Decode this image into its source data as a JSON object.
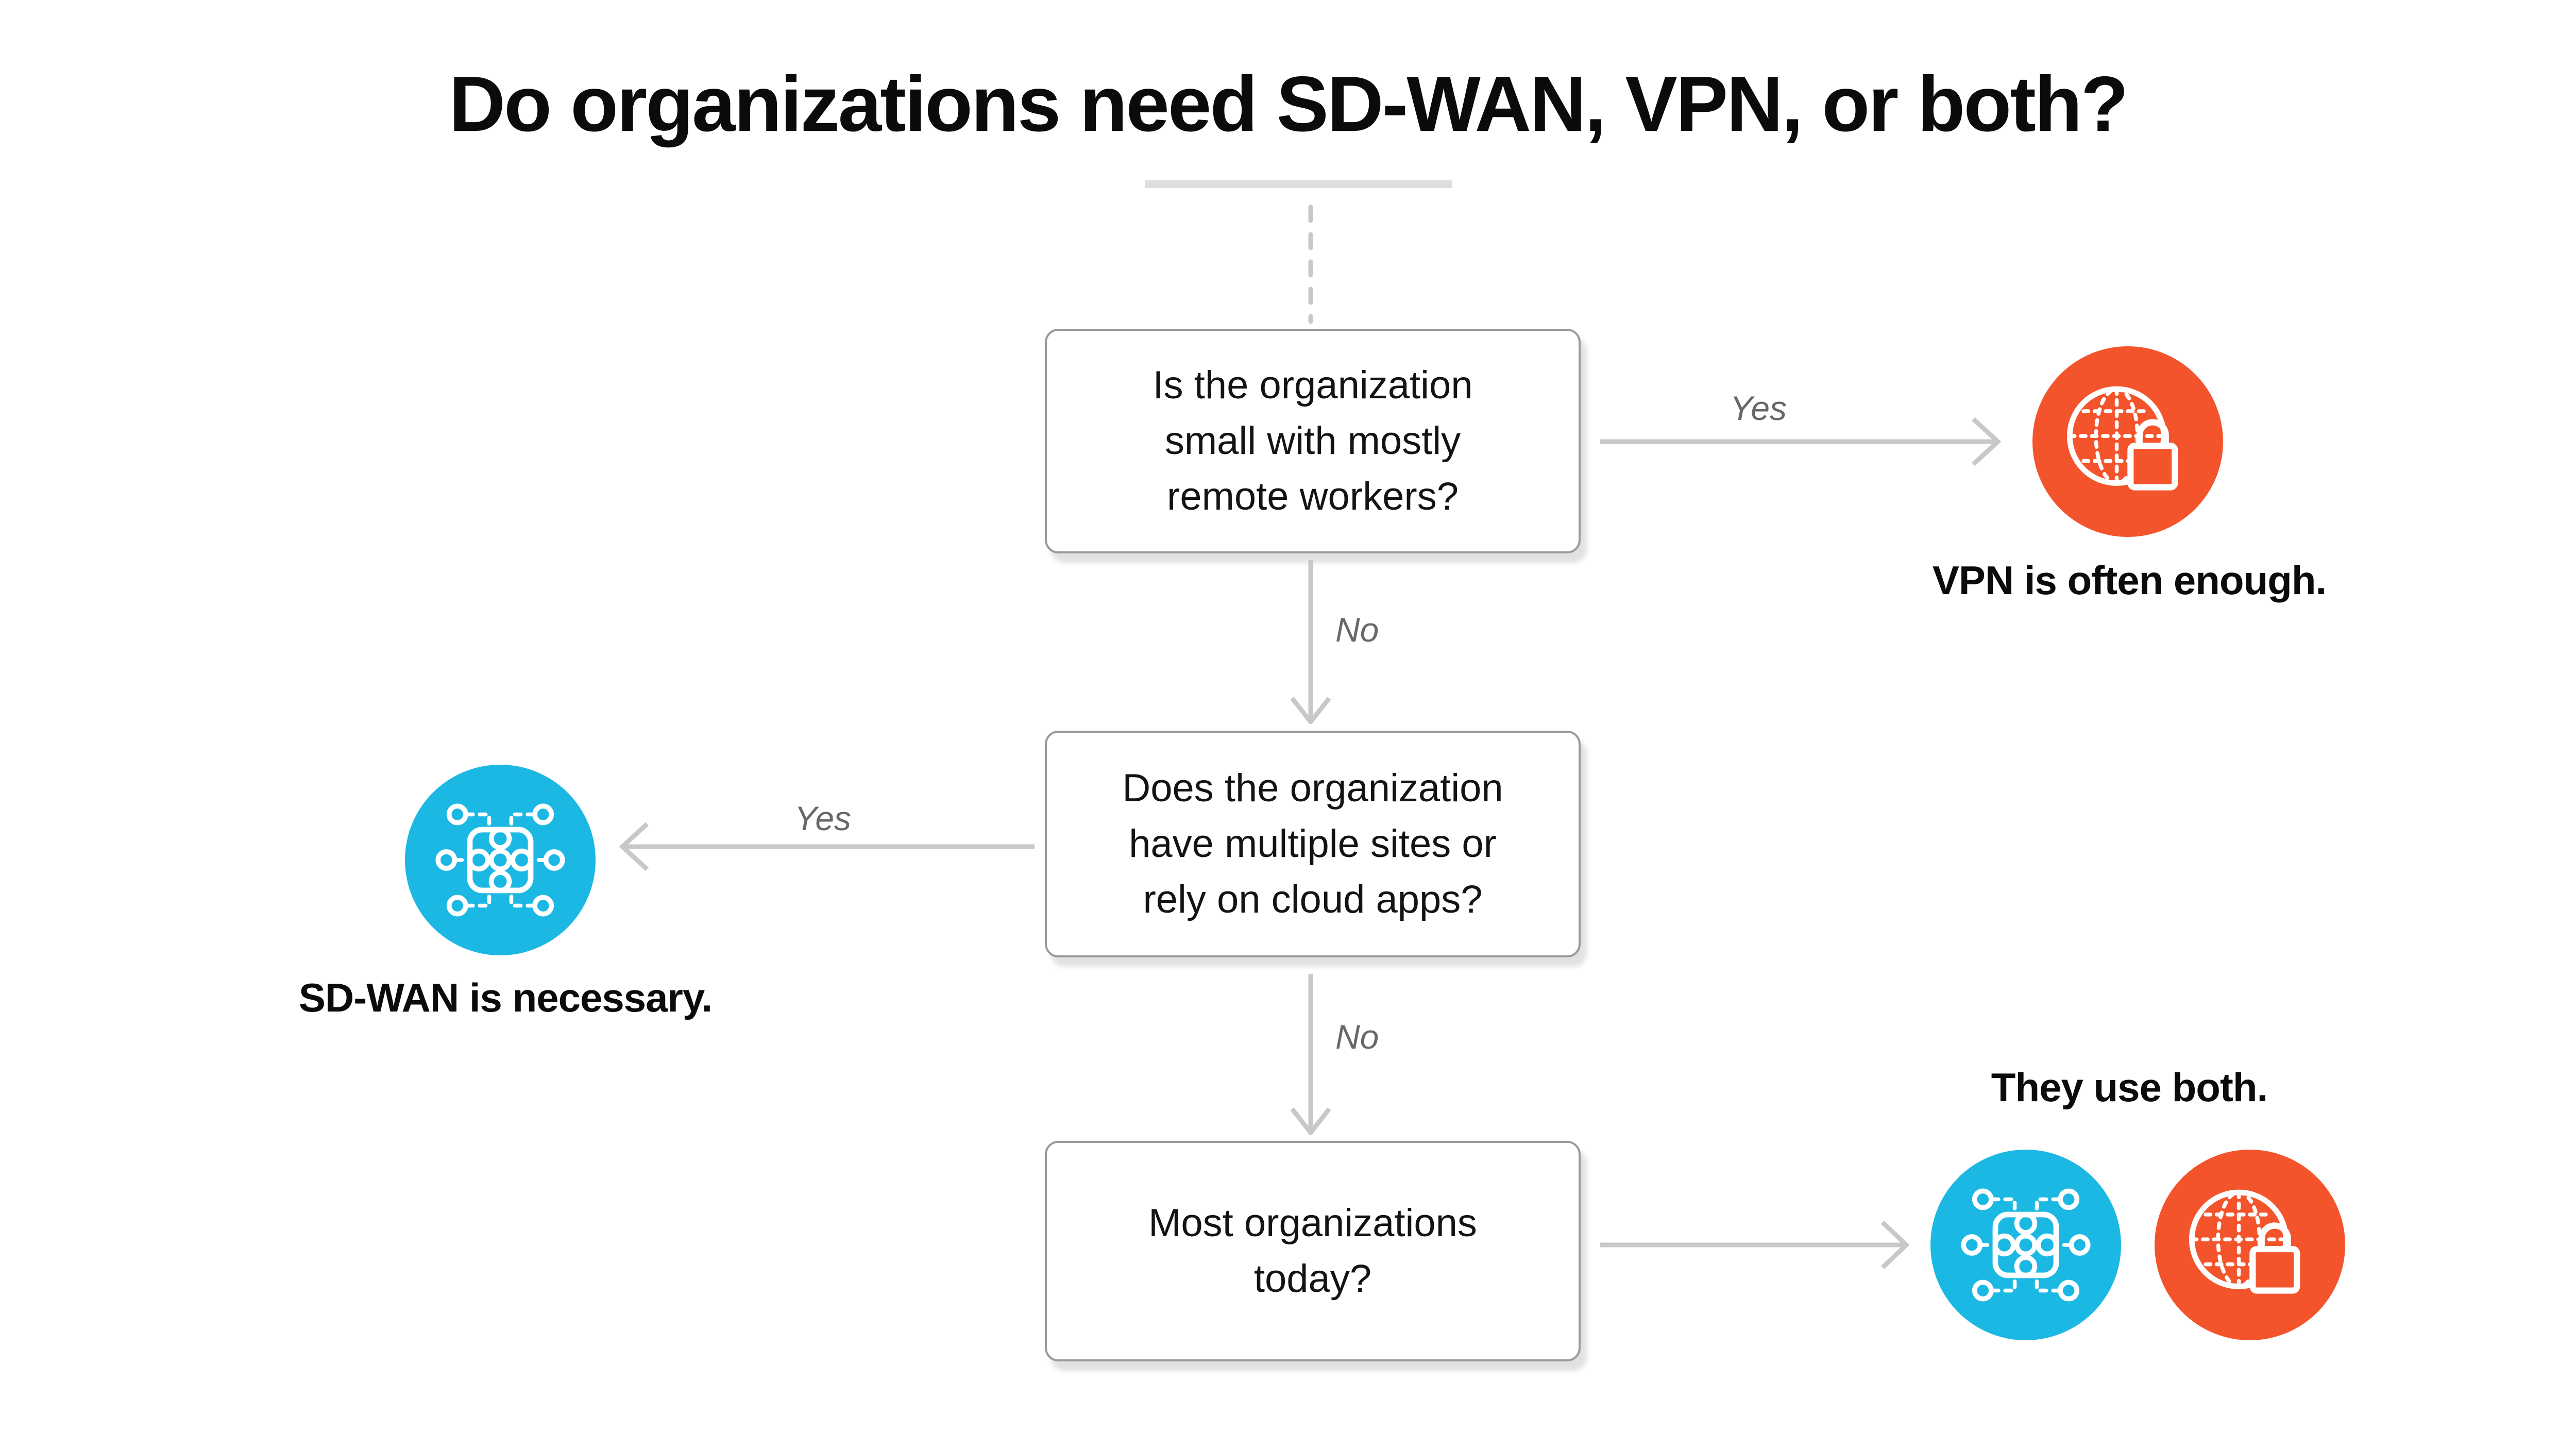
{
  "title": "Do organizations need SD-WAN, VPN, or both?",
  "colors": {
    "orange": "#F4542C",
    "blue": "#1CB8E4",
    "arrow_gray": "#C8C8C8",
    "edge_label_gray": "#686868",
    "box_border_gray": "#9A9A9A",
    "divider_gray": "#DEDEDD"
  },
  "flow": {
    "q1": {
      "text": "Is the organization\nsmall with mostly\nremote workers?",
      "yes_label": "Yes",
      "no_label": "No"
    },
    "q2": {
      "text": "Does the organization\nhave multiple sites or\nrely on cloud apps?",
      "yes_label": "Yes",
      "no_label": "No"
    },
    "q3": {
      "text": "Most organizations\ntoday?"
    }
  },
  "results": {
    "vpn": {
      "label": "VPN is often enough.",
      "icon": "globe-lock-icon"
    },
    "sdwan": {
      "label": "SD-WAN is necessary.",
      "icon": "network-nodes-icon"
    },
    "both": {
      "label": "They use both.",
      "icons": [
        "network-nodes-icon",
        "globe-lock-icon"
      ]
    }
  }
}
